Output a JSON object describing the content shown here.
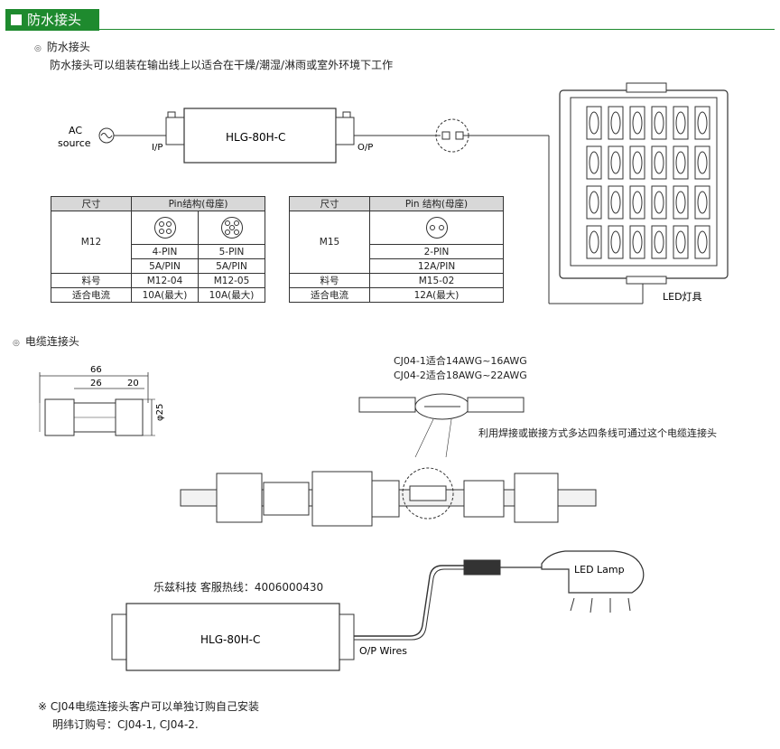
{
  "header": {
    "title": "防水接头"
  },
  "waterproof": {
    "subtitle": "防水接头",
    "description": "防水接头可以组装在输出线上以适合在干燥/潮湿/淋雨或室外环境下工作"
  },
  "diagram1": {
    "ac_label": "AC",
    "source_label": "source",
    "ip_label": "I/P",
    "op_label": "O/P",
    "driver_model": "HLG-80H-C",
    "led_label": "LED灯具"
  },
  "table_m12": {
    "h_size": "尺寸",
    "h_pin": "Pin结构(母座)",
    "size": "M12",
    "pin_a": "4-PIN",
    "pin_b": "5-PIN",
    "rating_a": "5A/PIN",
    "rating_b": "5A/PIN",
    "part_label": "料号",
    "part_a": "M12-04",
    "part_b": "M12-05",
    "current_label": "适合电流",
    "current_a": "10A(最大)",
    "current_b": "10A(最大)"
  },
  "table_m15": {
    "h_size": "尺寸",
    "h_pin": "Pin 结构(母座)",
    "size": "M15",
    "pin": "2-PIN",
    "rating": "12A/PIN",
    "part_label": "料号",
    "part": "M15-02",
    "current_label": "适合电流",
    "current": "12A(最大)"
  },
  "cable": {
    "subtitle": "电缆连接头",
    "dim_total": "66",
    "dim_a": "26",
    "dim_b": "20",
    "dim_dia": "φ25",
    "cj_1": "CJ04-1适合14AWG~16AWG",
    "cj_2": "CJ04-2适合18AWG~22AWG",
    "wire_note": "利用焊接或嵌接方式多达四条线可通过这个电缆连接头"
  },
  "diagram2": {
    "hotline": "乐兹科技 客服热线：4006000430",
    "driver_model": "HLG-80H-C",
    "op_wires": "O/P Wires",
    "led_lamp": "LED Lamp"
  },
  "footer": {
    "note": "※ CJ04电缆连接头客户可以单独订购自己安装",
    "order": "明纬订购号：CJ04-1, CJ04-2."
  },
  "colors": {
    "accent": "#1e8a2e",
    "line": "#333333",
    "table_header": "#d8d8d8"
  }
}
